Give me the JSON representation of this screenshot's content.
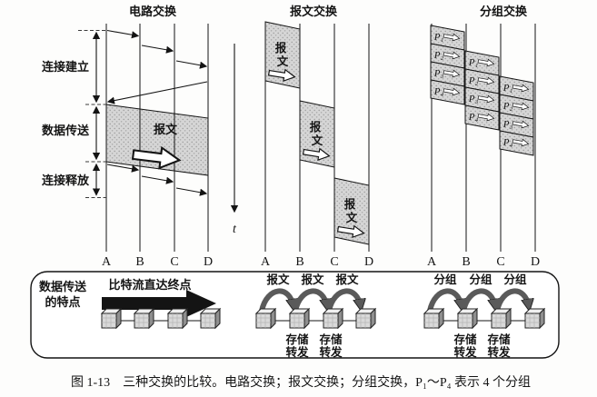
{
  "figure": {
    "columns": {
      "circuit": {
        "title": "电路交换",
        "band_label": "报文"
      },
      "message": {
        "title": "报文交换",
        "block_char_top": "报",
        "block_char_bottom": "文"
      },
      "packet": {
        "title": "分组交换",
        "labels": [
          "P₁",
          "P₂",
          "P₃",
          "P₄"
        ]
      }
    },
    "phases": {
      "setup": "连接建立",
      "data": "数据传送",
      "release": "连接释放"
    },
    "nodes": [
      "A",
      "B",
      "C",
      "D"
    ],
    "time_axis": "t"
  },
  "features_box": {
    "heading": {
      "line1": "数据传送",
      "line2": "的特点"
    },
    "circuit_feature": "比特流直达终点",
    "message_hop": "报文",
    "packet_hop": "分组",
    "store_forward": {
      "line1": "存储",
      "line2": "转发"
    }
  },
  "caption": "图 1-13　三种交换的比较。电路交换；报文交换；分组交换，P₁～P₄ 表示 4 个分组"
}
